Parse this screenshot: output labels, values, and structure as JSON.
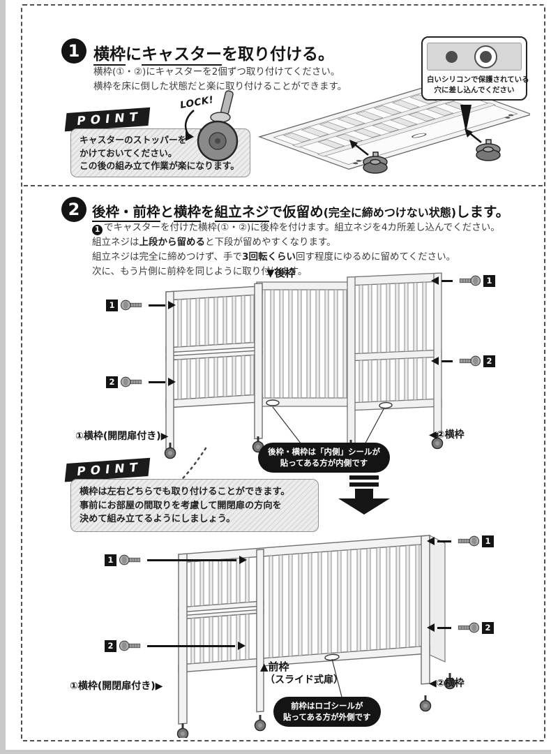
{
  "step1": {
    "badge": "1",
    "title_u1": "横枠",
    "title_m1": "に",
    "title_u2": "キャスター",
    "title_m2": "を取り付ける。",
    "body1": "横枠(①・②)にキャスターを2個ずつ取り付けてください。",
    "body2": "横枠を床に倒した状態だと楽に取り付けることができます。",
    "point": {
      "label": "POINT",
      "line1": "キャスターのストッパーを",
      "line2": "かけておいてください。",
      "line3": "この後の組み立て作業が楽になります。"
    },
    "lock_text": "LOCK!",
    "hole_callout_line1": "白いシリコンで保護されている",
    "hole_callout_line2": "穴に差し込んでください"
  },
  "step2": {
    "badge": "2",
    "title_u1": "後枠・前枠",
    "title_m1": "と",
    "title_u2": "横枠",
    "title_m2": "を",
    "title_u3": "組立ネジ",
    "title_m3": "で仮留め",
    "title_paren": "(完全に締めつけない状態)",
    "title_m4": "します。",
    "body1_marker": "1",
    "body1": "でキャスターを付けた横枠(①・②)に後枠を付けます。組立ネジを4カ所差し込んでください。",
    "body2_pre": "組立ネジは",
    "body2_bold": "上段から留める",
    "body2_post": "と下段が留めやすくなります。",
    "body3_pre": "組立ネジは完全に締めつけず、手で",
    "body3_bold": "3回転くらい",
    "body3_post": "回す程度にゆるめに留めてください。",
    "body4": "次に、もう片側に前枠を同じように取り付けます。",
    "point": {
      "label": "POINT",
      "line1": "横枠は左右どちらでも取り付けることができます。",
      "line2": "事前にお部屋の間取りを考慮して開閉扉の方向を",
      "line3": "決めて組み立てるようにしましょう。"
    },
    "diagram_top": {
      "back_label": "▼後枠",
      "left_label": "①横枠(開閉扉付き)▶",
      "right_label": "◀②横枠",
      "screw1": "1",
      "screw2": "2",
      "bubble1": "後枠・横枠は「内側」シールが",
      "bubble2": "貼ってある方が内側です"
    },
    "diagram_bottom": {
      "front_label1": "▲前枠",
      "front_label2": "（スライド式扉）",
      "left_label": "①横枠(開閉扉付き)▶",
      "right_label": "◀②横枠",
      "screw1": "1",
      "screw2": "2",
      "bubble1": "前枠はロゴシールが",
      "bubble2": "貼ってある方が外側です"
    }
  }
}
